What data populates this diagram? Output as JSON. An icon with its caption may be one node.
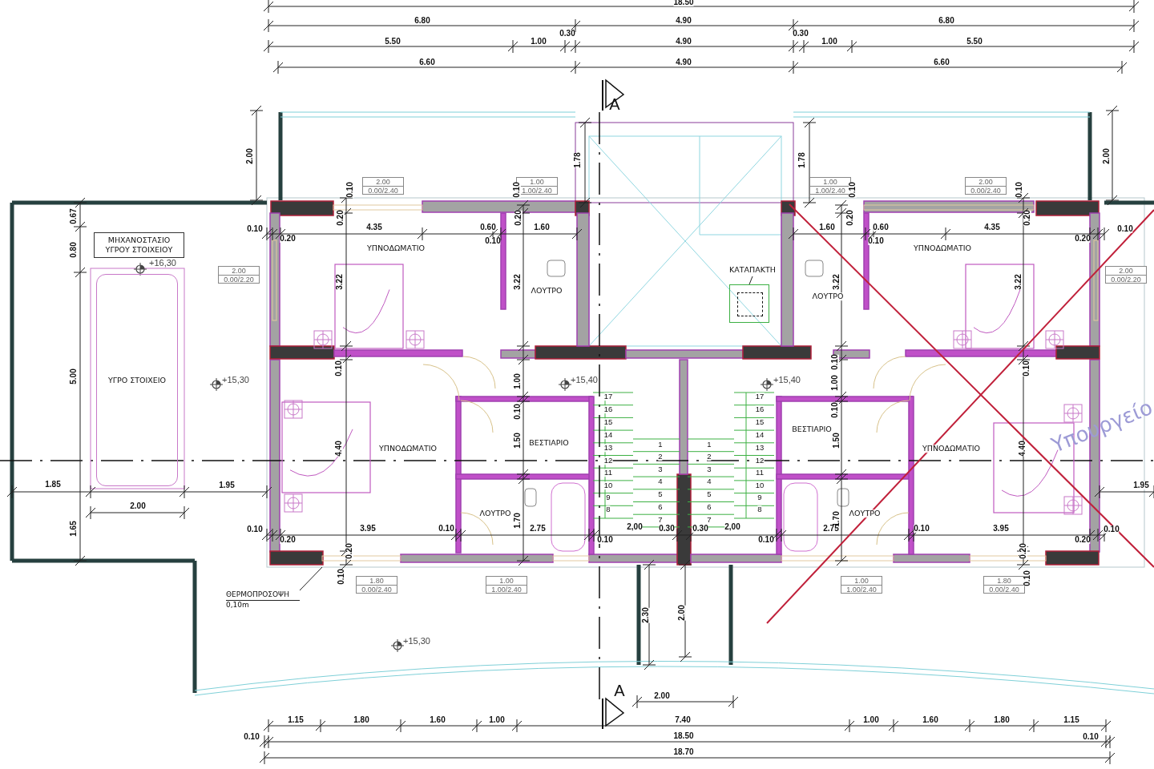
{
  "diagram": {
    "nodes": [
      {
        "text": [
          "2.00",
          "0.00/2.40"
        ]
      },
      {
        "text": [
          "1.00",
          "1.00/2.40"
        ]
      },
      {
        "text": [
          "1.00",
          "1.00/2.40"
        ]
      },
      {
        "text": [
          "2.00",
          "0.00/2.40"
        ]
      },
      {
        "text": [
          "ΜΗΧΑΝΟΣΤΑΣΙΟ ΥΓΡΟΥ ΣΤΟΙΧΕΙΟΥ"
        ]
      },
      {
        "text": [
          "2.00",
          "0.00/2.20"
        ]
      },
      {
        "text": [
          "2.00",
          "0.00/2.20"
        ]
      },
      {
        "text": [
          "ΚΑΤΑΠΑΚΤΗ"
        ]
      },
      {
        "text": [],
        "shape": "box"
      },
      {
        "text": [
          "ΥΓΡΟ ΣΤΟΙΧΕΙΟ"
        ]
      },
      {
        "text": [
          "ΘΕΡΜΟΠΡΟΣΟΨΗ",
          "0,10m"
        ]
      },
      {
        "text": [
          "1.80",
          "0.00/2.40"
        ]
      },
      {
        "text": [
          "1.00",
          "1.00/2.40"
        ]
      },
      {
        "text": [
          "1.00",
          "1.00/2.40"
        ]
      },
      {
        "text": [
          "1.80",
          "0.00/2.40"
        ]
      }
    ],
    "edges": [
      {
        "from": 7,
        "to": 8,
        "arrow": "none"
      },
      {
        "from": 10,
        "to": null,
        "arrow": "none"
      }
    ],
    "labels": [
      "18.50",
      "6.80",
      "4.90",
      "6.80",
      "0.30",
      "0.30",
      "5.50",
      "1.00",
      "4.90",
      "1.00",
      "5.50",
      "6.60",
      "4.90",
      "6.60",
      "A",
      "2.00",
      "1.78",
      "1.78",
      "2.00",
      "0.10",
      "0.10",
      "0.10",
      "0.10",
      "0.67",
      "0.20",
      "0.20",
      "0.20",
      "0.20",
      "0.10",
      "4.35",
      "0.60",
      "1.60",
      "1.60",
      "0.60",
      "4.35",
      "0.10",
      "0.20",
      "0.10",
      "0.10",
      "0.20",
      "0.80",
      "ΥΠΝΟΔΩΜΑΤΙΟ",
      "ΥΠΝΟΔΩΜΑΤΙΟ",
      "+16,30",
      "3.22",
      "3.22",
      "3.22",
      "3.22",
      "ΛΟΥΤΡΟ",
      "ΛΟΥΤΡΟ",
      "0.10",
      "0.10",
      "0.10",
      "5.00",
      "+15,30",
      "1.00",
      "+15,40",
      "1.00",
      "+15,40",
      "0.10",
      "0.10",
      "Υπουργείο",
      "ΒΕΣΤΙΑΡΙΟ",
      "1.50",
      "ΒΕΣΤΙΑΡΙΟ",
      "1.50",
      "ΥΠΝΟΔΩΜΑΤΙΟ",
      "4.40",
      "ΥΠΝΟΔΩΜΑΤΙΟ",
      "4.40",
      "1.85",
      "1.95",
      "1.95",
      "2.00",
      "ΛΟΥΤΡΟ",
      "ΛΟΥΤΡΟ",
      "1.70",
      "1.70",
      "1.65",
      "0.10",
      "3.95",
      "0.10",
      "2.75",
      "2,00",
      "0.30",
      "0.30",
      "2,00",
      "2.75",
      "0.10",
      "3.95",
      "0.10",
      "0.20",
      "0.10",
      "0.10",
      "0.20",
      "0.20",
      "0.20",
      "0.10",
      "0.10",
      "2.30",
      "2.00",
      "+15,30",
      "A",
      "2.00",
      "1.15",
      "1.80",
      "1.60",
      "1.00",
      "7.40",
      "1.00",
      "1.60",
      "1.80",
      "1.15",
      "0.10",
      "18.50",
      "0.10",
      "18.70",
      "17",
      "16",
      "15",
      "14",
      "13",
      "12",
      "11",
      "10",
      "9",
      "8",
      "1",
      "2",
      "3",
      "4",
      "5",
      "6",
      "7",
      "1",
      "2",
      "3",
      "4",
      "5",
      "6",
      "7",
      "17",
      "16",
      "15",
      "14",
      "13",
      "12",
      "11",
      "10",
      "9",
      "8"
    ]
  }
}
